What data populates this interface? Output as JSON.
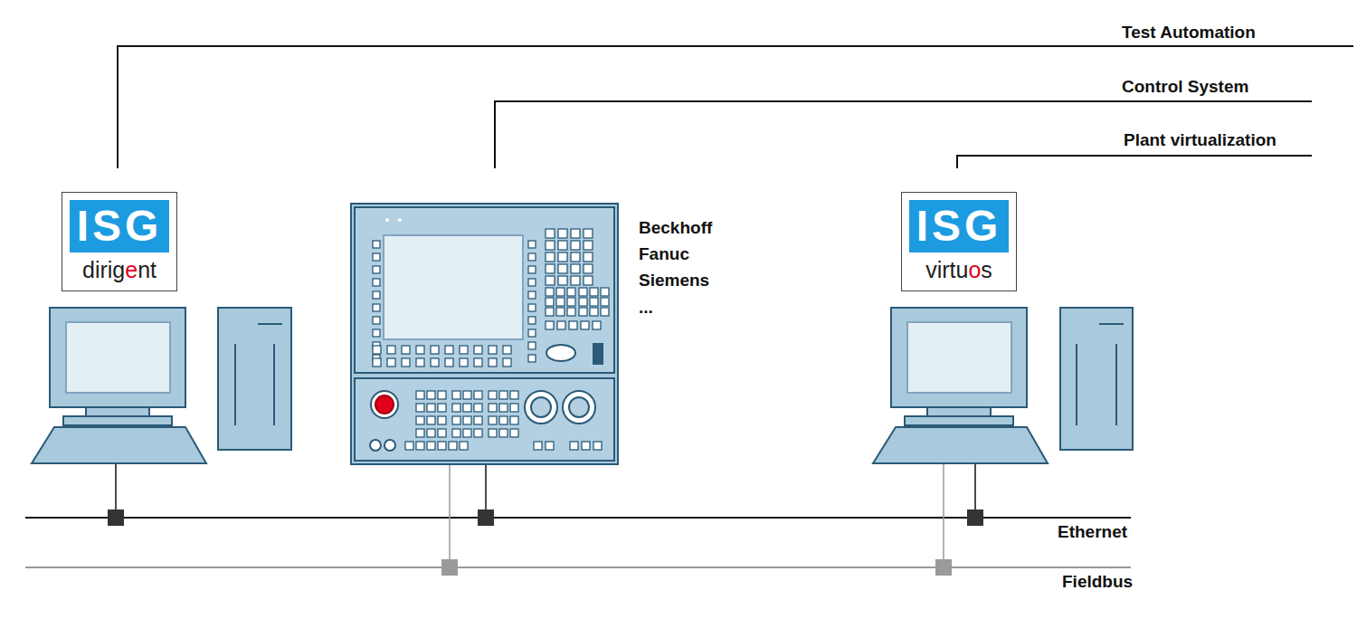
{
  "diagram": {
    "nodes": [
      {
        "text": [
          "ISG",
          "dirigent"
        ]
      },
      {
        "text": [
          "ISG",
          "virtuos"
        ]
      }
    ],
    "labels": [
      "Test Automation",
      "Control System",
      "Plant virtualization",
      "Beckhoff",
      "Fanuc",
      "Siemens",
      "...",
      "Ethernet",
      "Fieldbus"
    ]
  }
}
